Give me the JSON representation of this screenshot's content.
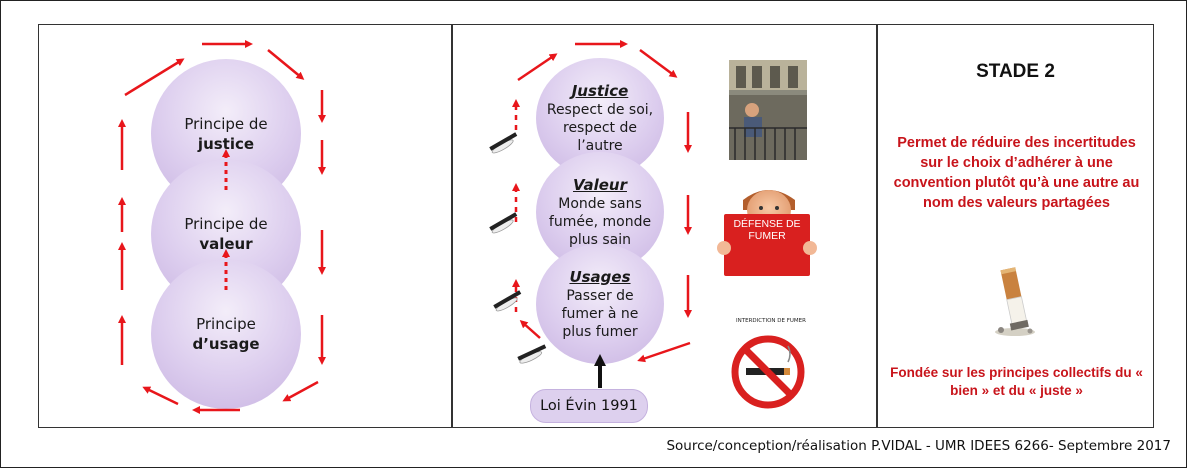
{
  "left_panel": {
    "top": {
      "line1": "Principe de",
      "line2": "justice"
    },
    "middle": {
      "line1": "Principe de",
      "line2": "valeur"
    },
    "bottom": {
      "line1": "Principe",
      "line2": "d’usage"
    }
  },
  "middle_panel": {
    "justice": {
      "title": "Justice",
      "text": "Respect de soi, respect de l’autre"
    },
    "valeur": {
      "title": "Valeur",
      "text": "Monde sans fumée, monde plus sain"
    },
    "usages": {
      "title": "Usages",
      "text": "Passer de fumer à ne plus fumer"
    },
    "law": "Loi Évin 1991",
    "sign_text": "INTERDICTION DE FUMER",
    "placard_text": "DÉFENSE DE FUMER"
  },
  "right_panel": {
    "title": "STADE 2",
    "description": "Permet de réduire des incertitudes sur le choix d’adhérer à une convention plutôt qu’à une autre au nom des valeurs partagées",
    "footer": "Fondée sur les principes collectifs du « bien » et du « juste »"
  },
  "source": "Source/conception/réalisation P.VIDAL - UMR IDEES 6266- Septembre 2017",
  "colors": {
    "arrow": "#e8161b",
    "circle": "#dccdee",
    "text_red": "#c8141b"
  }
}
